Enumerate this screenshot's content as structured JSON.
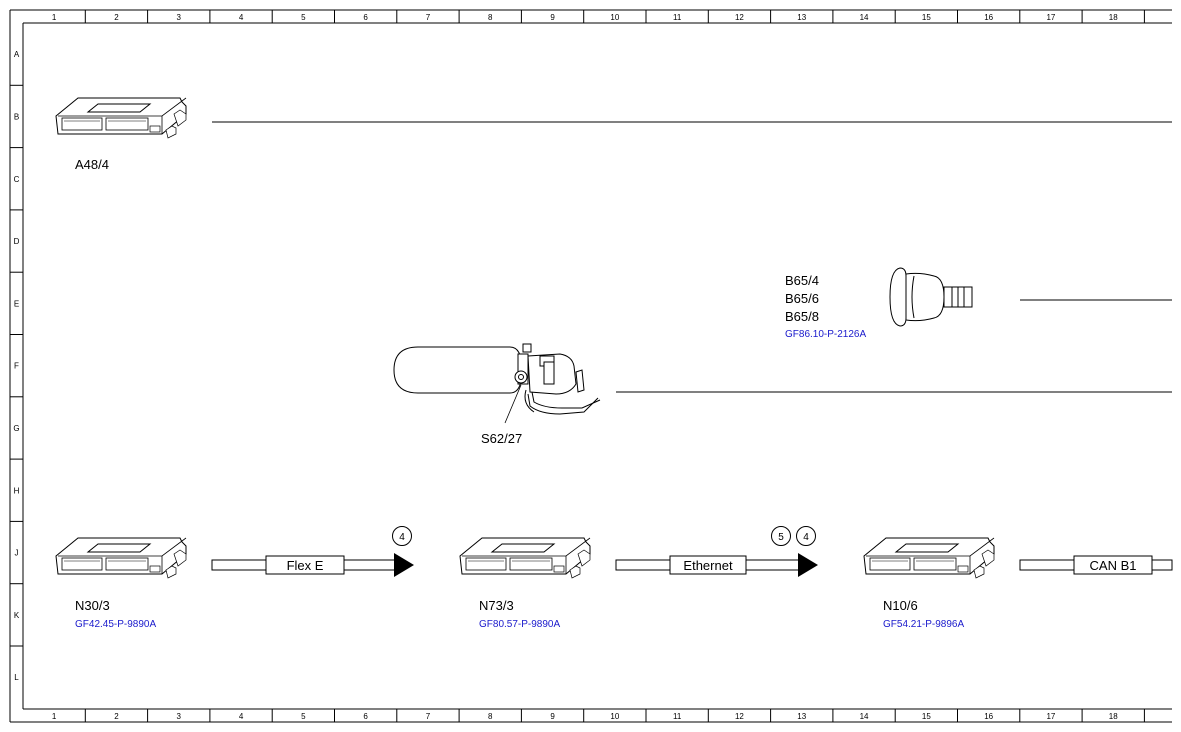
{
  "grid": {
    "columns": [
      "1",
      "2",
      "3",
      "4",
      "5",
      "6",
      "7",
      "8",
      "9",
      "10",
      "11",
      "12",
      "13",
      "14",
      "15",
      "16",
      "17",
      "18"
    ],
    "rows": [
      "A",
      "B",
      "C",
      "D",
      "E",
      "F",
      "G",
      "H",
      "J",
      "K",
      "L"
    ]
  },
  "components": {
    "a48_4": {
      "label": "A48/4"
    },
    "b65": {
      "labels": [
        "B65/4",
        "B65/6",
        "B65/8"
      ],
      "ref": "GF86.10-P-2126A"
    },
    "s62_27": {
      "label": "S62/27"
    },
    "n30_3": {
      "label": "N30/3",
      "ref": "GF42.45-P-9890A"
    },
    "n73_3": {
      "label": "N73/3",
      "ref": "GF80.57-P-9890A"
    },
    "n10_6": {
      "label": "N10/6",
      "ref": "GF54.21-P-9896A"
    }
  },
  "buses": {
    "flex_e": {
      "label": "Flex E",
      "markers": [
        "4"
      ]
    },
    "ethernet": {
      "label": "Ethernet",
      "markers": [
        "5",
        "4"
      ]
    },
    "can_b1": {
      "label": "CAN B1"
    }
  },
  "colors": {
    "line": "#000000",
    "reference": "#1a1acc"
  }
}
